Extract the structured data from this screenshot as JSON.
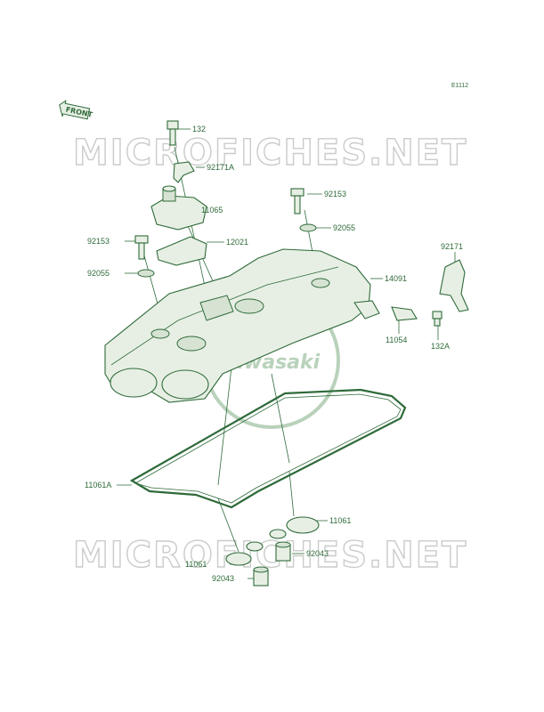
{
  "diagram_code": "E1112",
  "front_label": "FRONT",
  "watermark": "MICROFICHES.NET",
  "logo_text": "Kawasaki",
  "colors": {
    "line": "#2f6b3a",
    "fill": "#e7efe4",
    "watermark": "#c9ccc9",
    "logo": "#b9d2bb"
  },
  "callouts": [
    {
      "id": "c132",
      "text": "132"
    },
    {
      "id": "c92171A",
      "text": "92171A"
    },
    {
      "id": "c11065",
      "text": "11065"
    },
    {
      "id": "c92153a",
      "text": "92153"
    },
    {
      "id": "c92055a",
      "text": "92055"
    },
    {
      "id": "c12021",
      "text": "12021"
    },
    {
      "id": "c92153b",
      "text": "92153"
    },
    {
      "id": "c92055b",
      "text": "92055"
    },
    {
      "id": "c92171",
      "text": "92171"
    },
    {
      "id": "c14091",
      "text": "14091"
    },
    {
      "id": "c11054",
      "text": "11054"
    },
    {
      "id": "c132A",
      "text": "132A"
    },
    {
      "id": "c11061A",
      "text": "11061A"
    },
    {
      "id": "c11061a",
      "text": "11061"
    },
    {
      "id": "c92043a",
      "text": "92043"
    },
    {
      "id": "c11061b",
      "text": "11061"
    },
    {
      "id": "c92043b",
      "text": "92043"
    }
  ]
}
